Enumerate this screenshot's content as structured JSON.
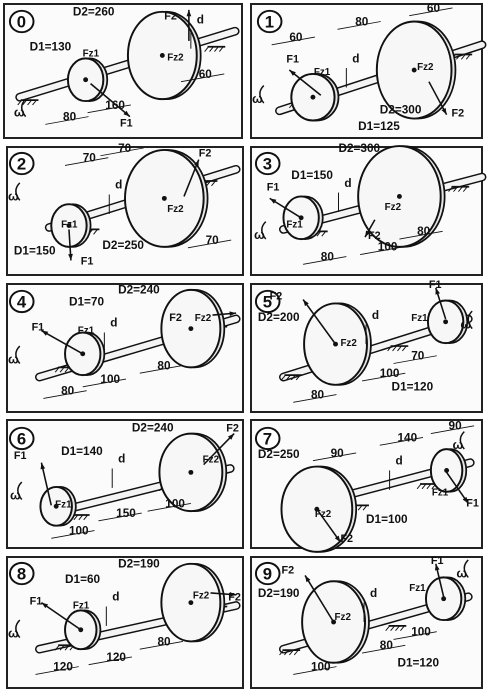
{
  "panels": [
    {
      "n": "0",
      "D1": "D1=130",
      "D2": "D2=260",
      "dims": [
        "80",
        "160",
        "60"
      ],
      "d": "d",
      "F1": "F1",
      "F2": "F2",
      "Fz1": "Fz1",
      "Fz2": "Fz2",
      "w": "ω"
    },
    {
      "n": "1",
      "D1": "D1=125",
      "D2": "D2=300",
      "dims": [
        "60",
        "80",
        "60"
      ],
      "d": "d",
      "F1": "F1",
      "F2": "F2",
      "Fz1": "Fz1",
      "Fz2": "Fz2",
      "w": "ω"
    },
    {
      "n": "2",
      "D1": "D1=150",
      "D2": "D2=250",
      "dims": [
        "70",
        "70",
        "70"
      ],
      "d": "d",
      "F1": "F1",
      "F2": "F2",
      "Fz1": "Fz1",
      "Fz2": "Fz2",
      "w": "ω"
    },
    {
      "n": "3",
      "D1": "D1=150",
      "D2": "D2=300",
      "dims": [
        "80",
        "100",
        "80"
      ],
      "d": "d",
      "F1": "F1",
      "F2": "F2",
      "Fz1": "Fz1",
      "Fz2": "Fz2",
      "w": "ω"
    },
    {
      "n": "4",
      "D1": "D1=70",
      "D2": "D2=240",
      "dims": [
        "80",
        "100",
        "80"
      ],
      "d": "d",
      "F1": "F1",
      "F2": "F2",
      "Fz1": "Fz1",
      "Fz2": "Fz2",
      "w": "ω"
    },
    {
      "n": "5",
      "D1": "D1=120",
      "D2": "D2=200",
      "dims": [
        "80",
        "100",
        "70"
      ],
      "d": "d",
      "F1": "F1",
      "F2": "F2",
      "Fz1": "Fz1",
      "Fz2": "Fz2",
      "w": "ω"
    },
    {
      "n": "6",
      "D1": "D1=140",
      "D2": "D2=240",
      "dims": [
        "100",
        "150",
        "100"
      ],
      "d": "d",
      "F1": "F1",
      "F2": "F2",
      "Fz1": "Fz1",
      "Fz2": "Fz2",
      "w": "ω"
    },
    {
      "n": "7",
      "D1": "D1=100",
      "D2": "D2=250",
      "dims": [
        "90",
        "140",
        "90"
      ],
      "d": "d",
      "F1": "F1",
      "F2": "F2",
      "Fz1": "Fz1",
      "Fz2": "Fz2",
      "w": "ω"
    },
    {
      "n": "8",
      "D1": "D1=60",
      "D2": "D2=190",
      "dims": [
        "120",
        "120",
        "80"
      ],
      "d": "d",
      "F1": "F1",
      "F2": "F2",
      "Fz1": "Fz1",
      "Fz2": "Fz2",
      "w": "ω"
    },
    {
      "n": "9",
      "D1": "D1=120",
      "D2": "D2=190",
      "dims": [
        "100",
        "80",
        "100"
      ],
      "d": "d",
      "F1": "F1",
      "F2": "F2",
      "Fz1": "Fz1",
      "Fz2": "Fz2",
      "w": "ω"
    }
  ]
}
